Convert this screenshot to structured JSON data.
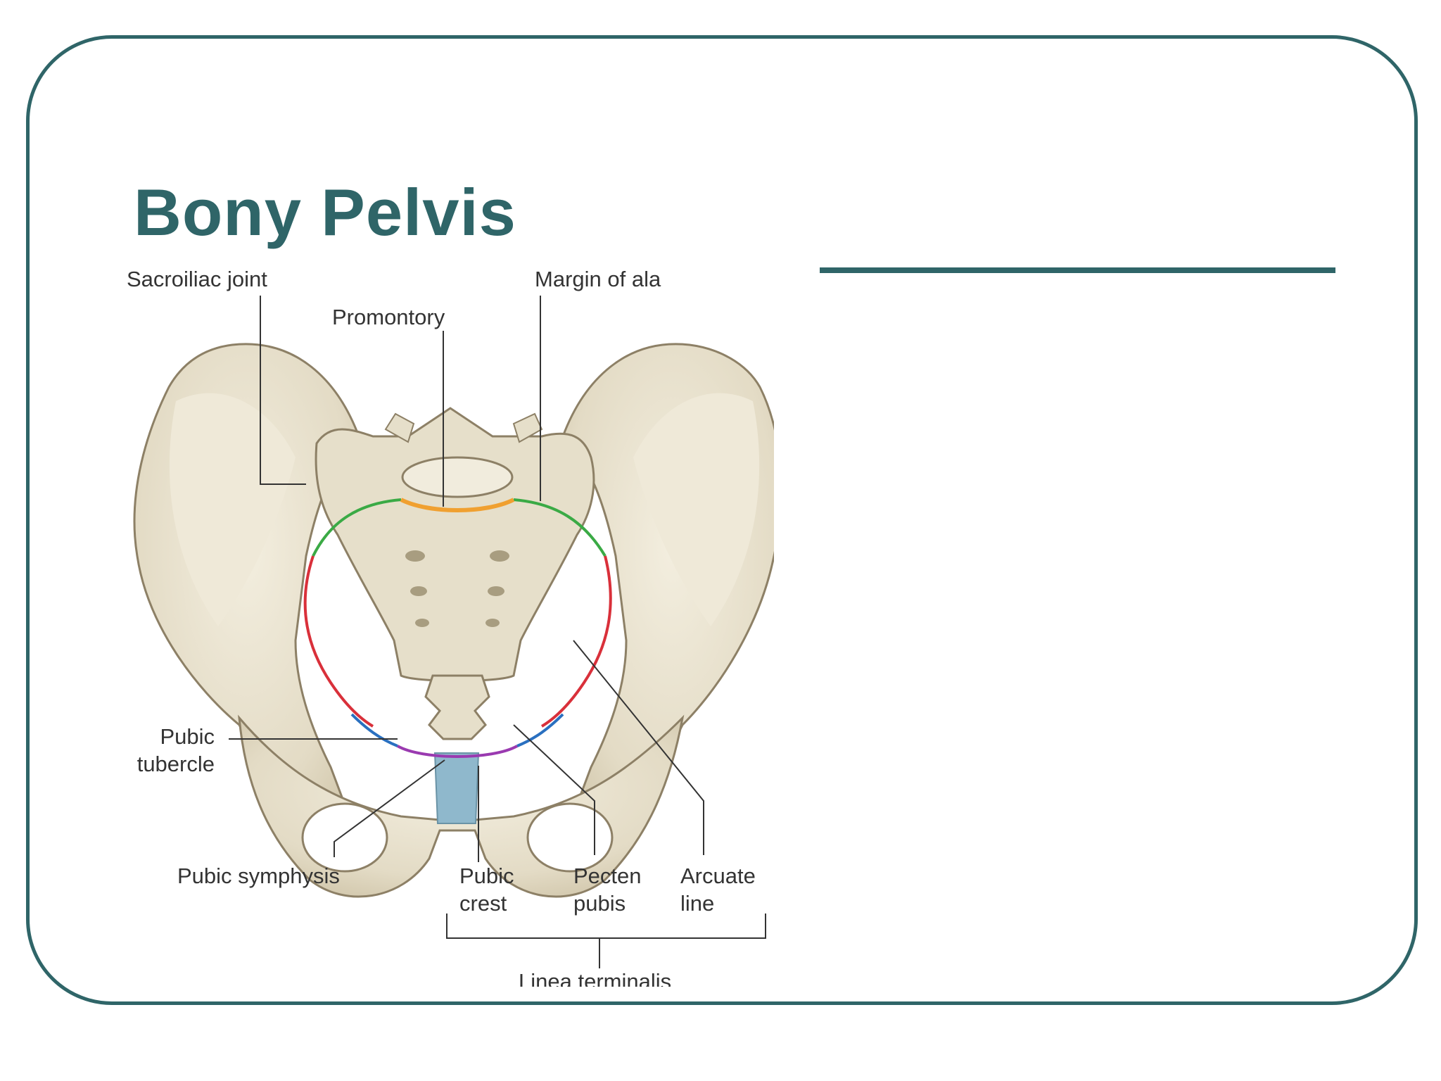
{
  "slide": {
    "title": "Bony Pelvis",
    "accent_color": "#2f6568"
  },
  "figure": {
    "labels": {
      "sacroiliac_joint": "Sacroiliac joint",
      "margin_of_ala": "Margin of ala",
      "promontory": "Promontory",
      "pubic_tubercle": "Pubic\ntubercle",
      "pubic_symphysis": "Pubic symphysis",
      "pubic_crest": "Pubic\ncrest",
      "pecten_pubis": "Pecten\npubis",
      "arcuate_line": "Arcuate\nline",
      "linea_terminalis": "Linea terminalis"
    },
    "colors": {
      "bone": "#e3dbc5",
      "bone_outline": "#8d8066",
      "promontory_line": "#f0a030",
      "margin_of_ala_line": "#3aaa45",
      "arcuate_line": "#d9303a",
      "pecten_line": "#2a70c0",
      "pubic_crest_line": "#9a3ab0",
      "symphysis": "#8fb8cc"
    }
  }
}
